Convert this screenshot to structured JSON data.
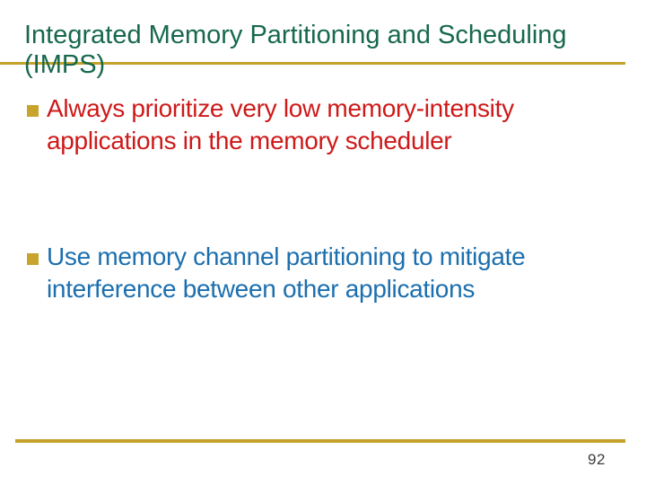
{
  "slide": {
    "title": {
      "full": "Integrated Memory Partitioning and Scheduling (IMPS)",
      "line1": "Integrated Memory Partitioning and Scheduling",
      "line2": "(IMPS)"
    },
    "bullets": [
      {
        "text": "Always prioritize very low memory-intensity applications in the memory scheduler",
        "color": "#CE1919"
      },
      {
        "text": "Use memory channel partitioning to mitigate interference between other applications",
        "color": "#1C6FAE"
      }
    ],
    "page_number": "92",
    "colors": {
      "background": "#ffffff",
      "title_green": "#17684E",
      "accent_gold": "#C5A22B",
      "bullet_marker_gold": "#C8A42F",
      "bullet1_red": "#CE1919",
      "bullet2_blue": "#1C6FAE",
      "page_number_gray": "#3d3d3d"
    },
    "icons": {
      "bullet_marker": "square-bullet-icon"
    }
  }
}
